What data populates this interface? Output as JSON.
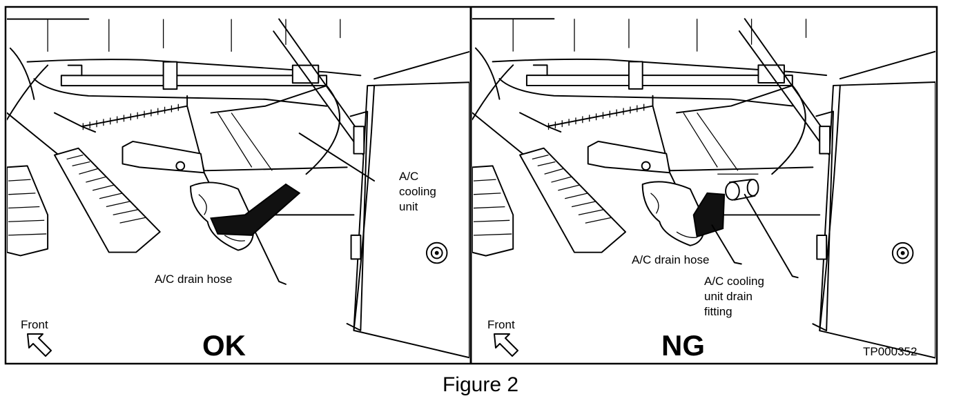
{
  "figure": {
    "caption": "Figure 2",
    "code": "TP000352",
    "panels": [
      {
        "status": "OK",
        "front_label": "Front",
        "callouts": {
          "cooling_unit": [
            "A/C",
            "cooling",
            "unit"
          ],
          "drain_hose": "A/C drain hose"
        }
      },
      {
        "status": "NG",
        "front_label": "Front",
        "callouts": {
          "drain_hose": "A/C drain hose",
          "drain_fitting": [
            "A/C cooling",
            "unit drain",
            "fitting"
          ]
        }
      }
    ]
  }
}
